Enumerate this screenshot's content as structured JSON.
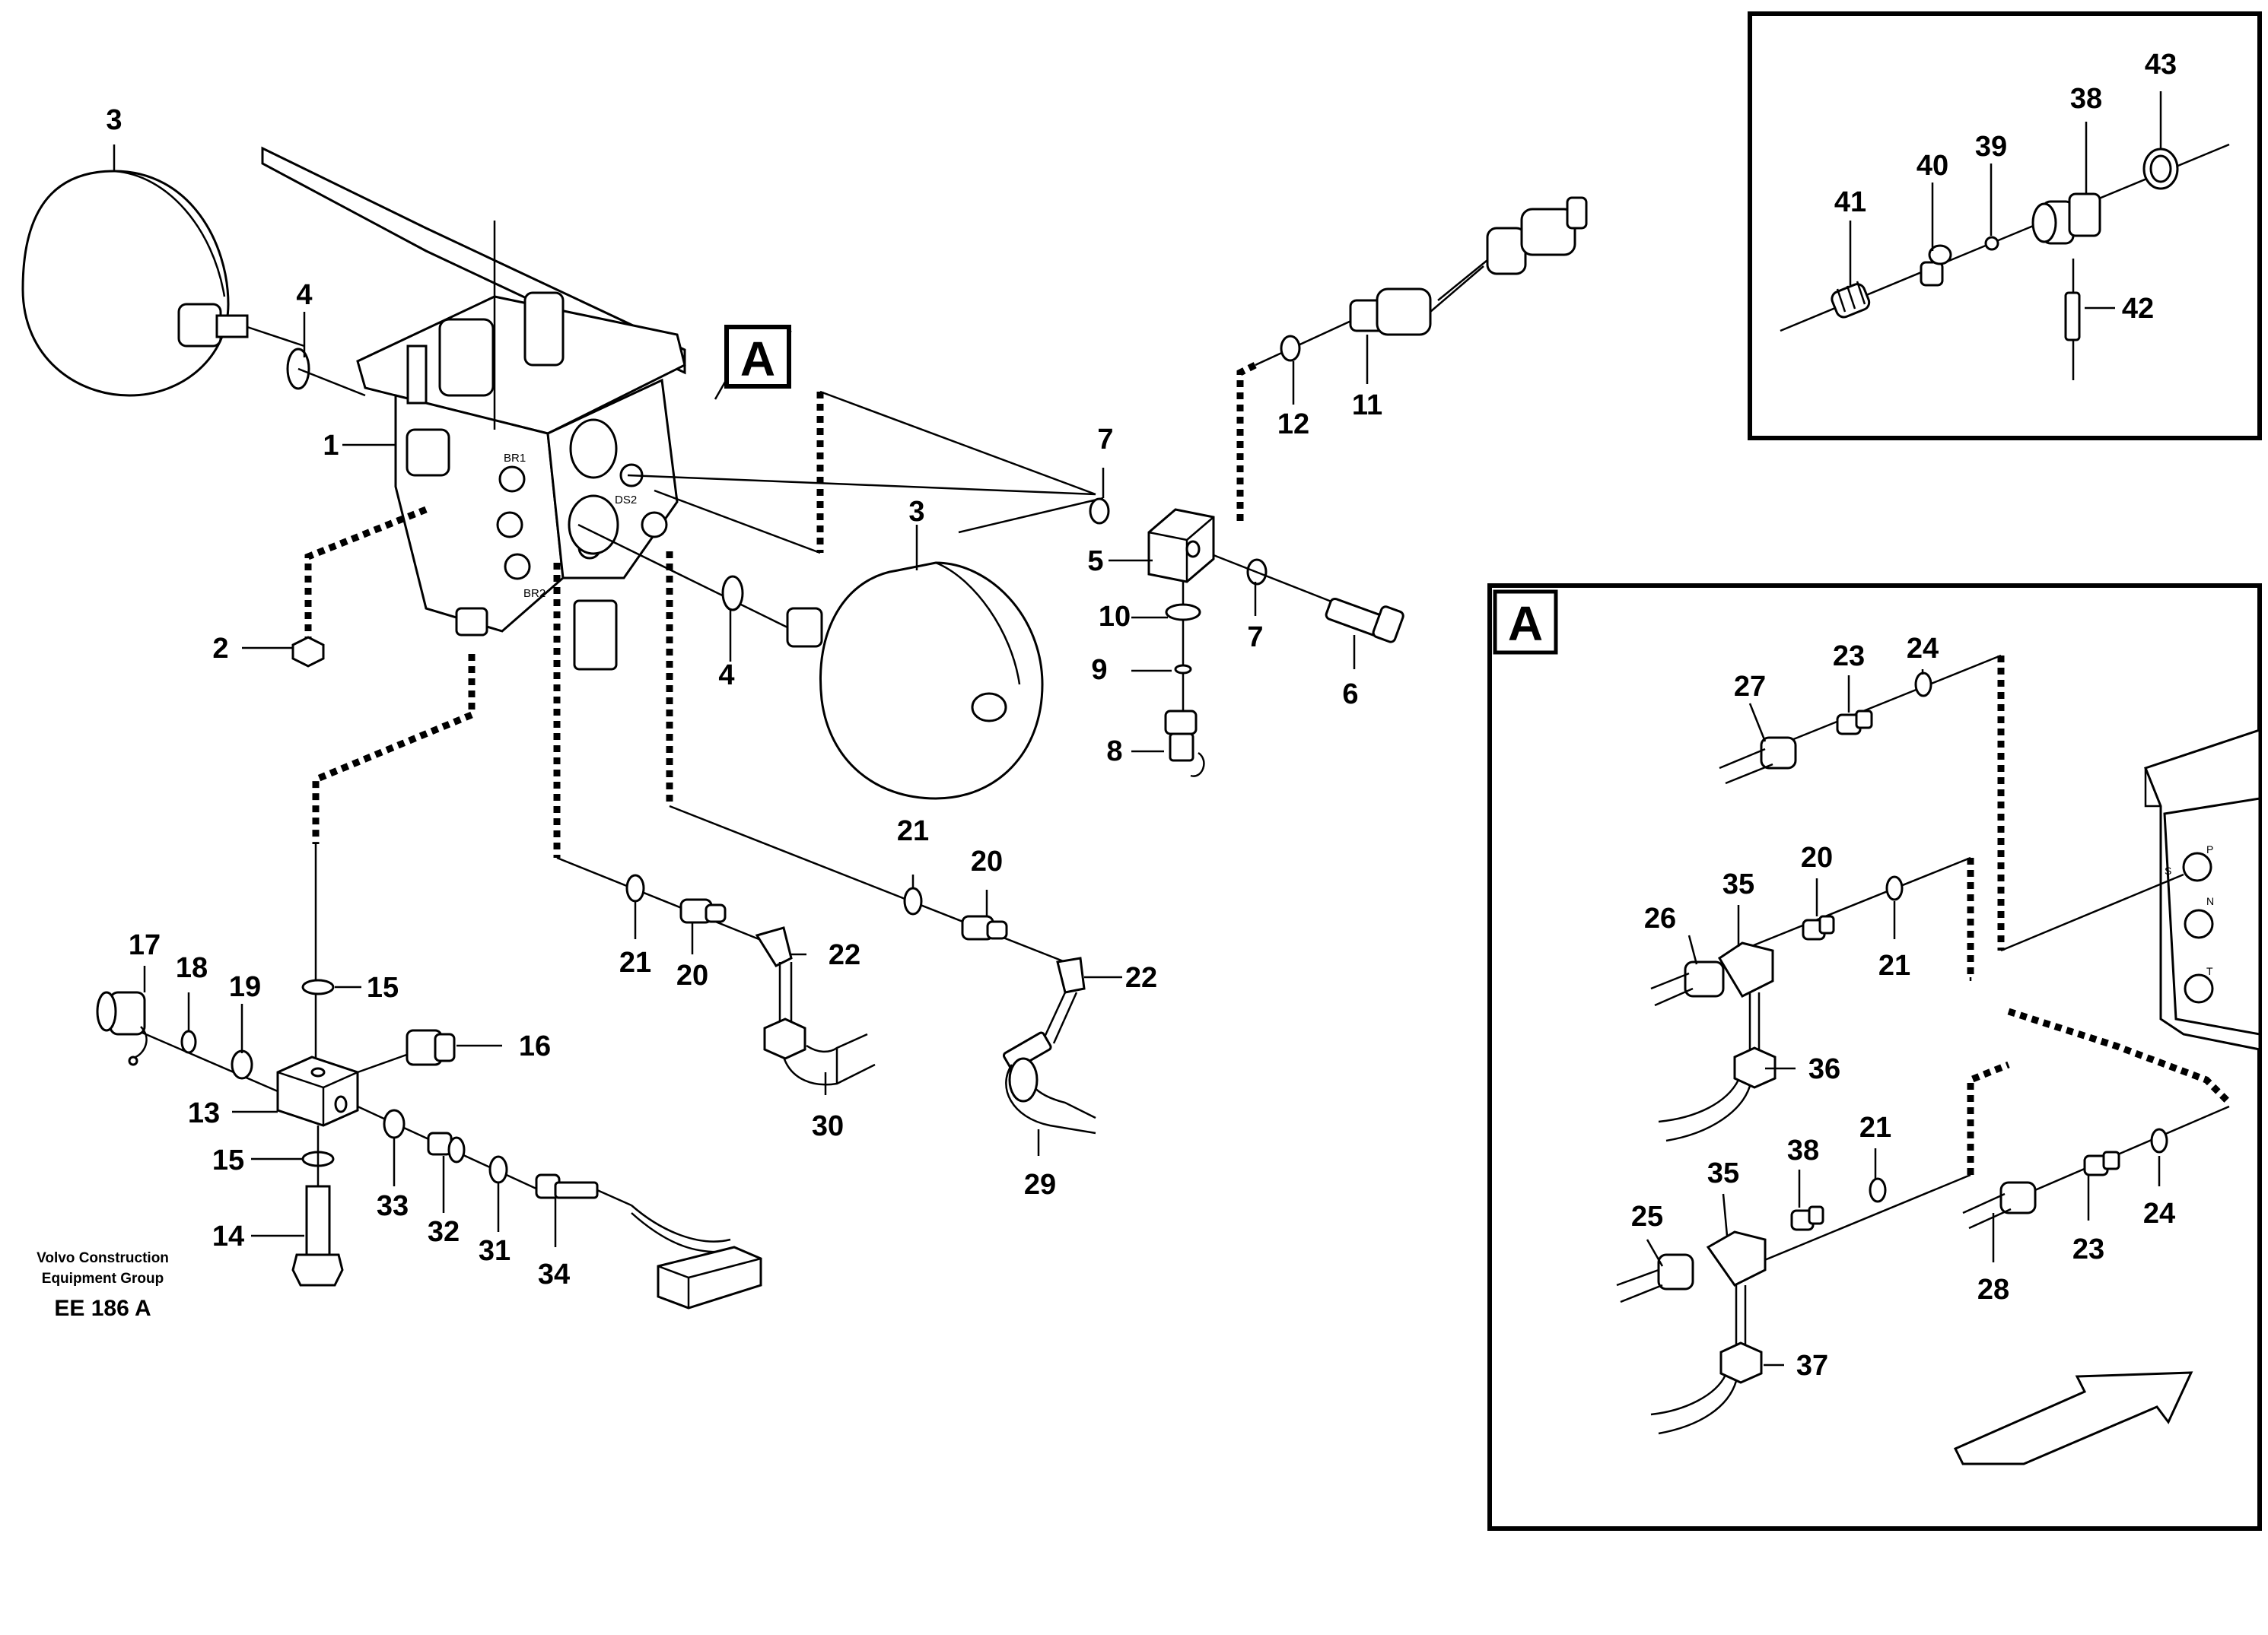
{
  "credit": {
    "line1": "Volvo Construction",
    "line2": "Equipment Group",
    "code": "EE 186 A"
  },
  "detail_letter": "A",
  "main_callouts": {
    "c1": "1",
    "c2": "2",
    "c3a": "3",
    "c3b": "3",
    "c4a": "4",
    "c4b": "4",
    "c5": "5",
    "c6": "6",
    "c7a": "7",
    "c7b": "7",
    "c8": "8",
    "c9": "9",
    "c10": "10",
    "c11": "11",
    "c12": "12",
    "c13": "13",
    "c14": "14",
    "c15a": "15",
    "c15b": "15",
    "c16": "16",
    "c17": "17",
    "c18": "18",
    "c19": "19",
    "c20a": "20",
    "c20b": "20",
    "c21a": "21",
    "c21b": "21",
    "c22a": "22",
    "c22b": "22",
    "c29": "29",
    "c30": "30",
    "c31": "31",
    "c32": "32",
    "c33": "33",
    "c34": "34"
  },
  "inset_top_callouts": {
    "c38": "38",
    "c39": "39",
    "c40": "40",
    "c41": "41",
    "c42": "42",
    "c43": "43"
  },
  "detail_a_callouts": {
    "c20": "20",
    "c21a": "21",
    "c21b": "21",
    "c23a": "23",
    "c23b": "23",
    "c24a": "24",
    "c24b": "24",
    "c25": "25",
    "c26": "26",
    "c27": "27",
    "c28": "28",
    "c35a": "35",
    "c35b": "35",
    "c36": "36",
    "c37": "37",
    "c38": "38"
  },
  "port_labels": {
    "br1": "BR1",
    "br2": "BR2",
    "ds2": "DS2",
    "p": "P",
    "s": "S",
    "n": "N",
    "t": "T"
  }
}
